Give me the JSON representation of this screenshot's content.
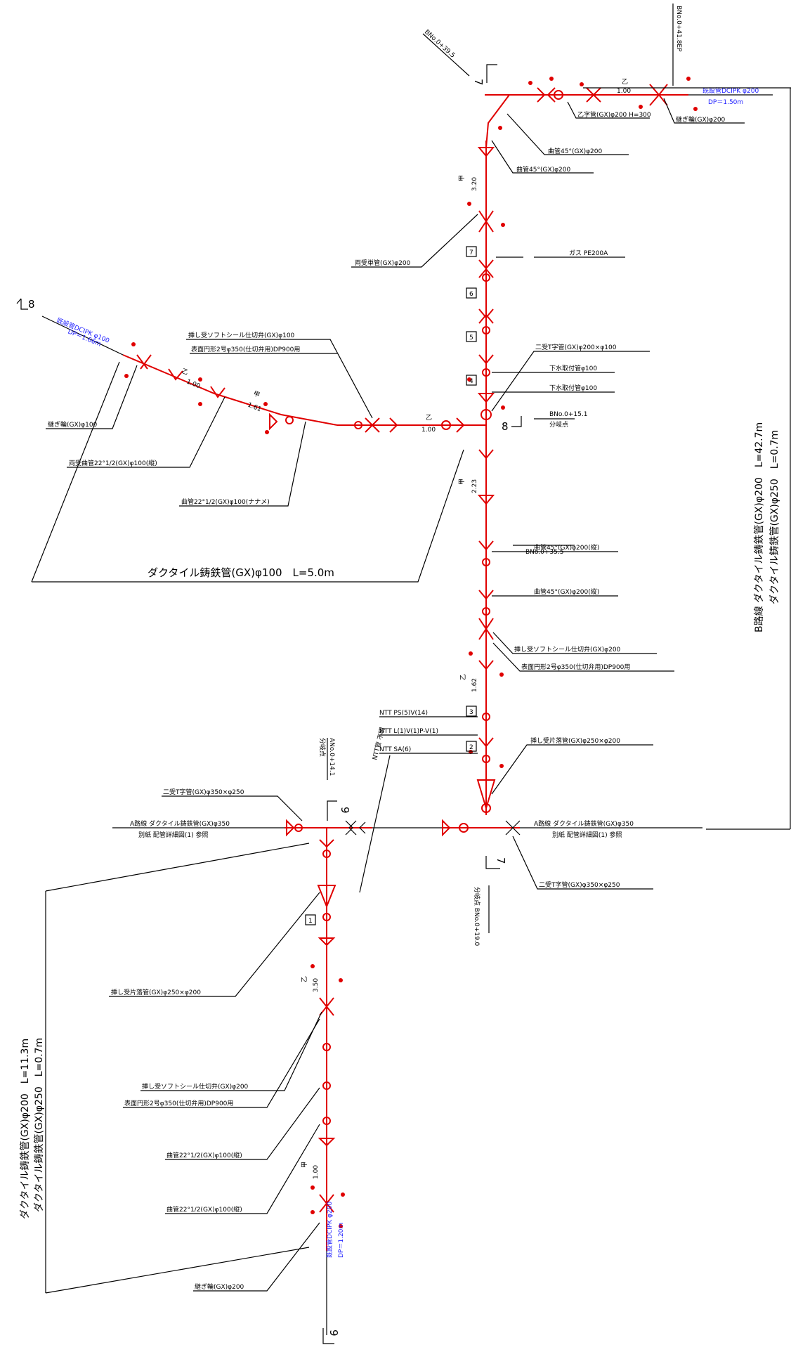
{
  "colors": {
    "pipe": "#e00000",
    "existing": "#1a1aff",
    "ink": "#000000"
  },
  "stations": {
    "top_angled": "BNo.0+39.5",
    "top_right": "BNo.0+41.8EP",
    "branch": "BNo.0+15.1",
    "branch_sub": "分岐点",
    "mid": "BNo.0+35.5",
    "left_mid": "ANo.0+14.1",
    "left_mid_sub": "分岐点",
    "bottom": "分岐点 BNo.0+19.0"
  },
  "sections": {
    "s7": "7",
    "s8": "8",
    "s9": "9"
  },
  "existing": {
    "top_right": "既設管DCIPK φ200",
    "top_right_dp": "DP＝1.50m",
    "left": "既設管DCIPK φ100",
    "left_dp": "DP＝1.66m",
    "bottom": "既設管DCIPK φ200",
    "bottom_dp": "DP＝1.20m"
  },
  "dims": {
    "top_z": "乙",
    "top_len": "1.00",
    "v1_mark": "甲",
    "v1_len": "3.20",
    "h_z": "乙",
    "h_len": "1.00",
    "lb_z": "乙",
    "lb_len": "1.00",
    "lb2_mark": "甲",
    "lb2_len": "1.61",
    "v2_mark": "甲",
    "v2_len": "2.23",
    "v3_z": "乙",
    "v3_len": "1.62",
    "v4_z": "乙",
    "v4_len": "3.50",
    "v5_mark": "甲",
    "v5_len": "1.00"
  },
  "numbers": [
    "1",
    "2",
    "3",
    "4",
    "5",
    "6",
    "7"
  ],
  "callouts": {
    "top_joint": "乙字管(GX)φ200 H=300",
    "top_coupling": "継ぎ輪(GX)φ200",
    "bend45_a": "曲管45°(GX)φ200",
    "bend45_b": "曲管45°(GX)φ200",
    "double_socket": "両受単管(GX)φ200",
    "gas": "ガス PE200A",
    "tee": "二受T字管(GX)φ200×φ100",
    "sewer1": "下水取付管φ100",
    "sewer2": "下水取付管φ100",
    "left_valve": "挿し受ソフトシール仕切弁(GX)φ100",
    "left_box": "表面円形2号φ350(仕切弁用)DP900用",
    "left_coupling": "継ぎ輪(GX)φ100",
    "left_bend_a": "両受曲管22°1/2(GX)φ100(縦)",
    "left_bend_b": "曲管22°1/2(GX)φ100(ナナメ)",
    "left_len": "ダクタイル鋳鉄管(GX)φ100　L=5.0m",
    "bend45_c": "曲管45°(GX)φ200(縦)",
    "bend45_d": "曲管45°(GX)φ200(縦)",
    "valve_b": "挿し受ソフトシール仕切弁(GX)φ200",
    "box_b": "表面円形2号φ350(仕切弁用)DP900用",
    "ntt1": "NTT PS(5)V(14)",
    "ntt2": "NTT L(1)V(1)P-V(1)",
    "ntt3": "NTT SA(6)",
    "ntt_pipe": "NTT管 不明",
    "reducer_b": "挿し受片落管(GX)φ250×φ200",
    "tee_a_left": "二受T字管(GX)φ350×φ250",
    "tee_a_right": "二受T字管(GX)φ350×φ250",
    "a_line_left": "A路線 ダクタイル鋳鉄管(GX)φ350",
    "a_line_left_sub": "別紙 配管詳細図(1) 参照",
    "a_line_right": "A路線 ダクタイル鋳鉄管(GX)φ350",
    "a_line_right_sub": "別紙 配管詳細図(1) 参照",
    "reducer_c": "挿し受片落管(GX)φ250×φ200",
    "valve_c": "挿し受ソフトシール仕切弁(GX)φ200",
    "box_c": "表面円形2号φ350(仕切弁用)DP900用",
    "bend22_a": "曲管22°1/2(GX)φ100(縦)",
    "bend22_b": "曲管22°1/2(GX)φ100(縦)",
    "coupling_c": "継ぎ輪(GX)φ200"
  },
  "routes": {
    "b_line": "B路線 ダクタイル鋳鉄管(GX)φ200　L=42.7m",
    "b_line_2": "ダクタイル鋳鉄管(GX)φ250　L=0.7m",
    "c_line": "ダクタイル鋳鉄管(GX)φ200　L=11.3m",
    "c_line_2": "ダクタイル鋳鉄管(GX)φ250　L=0.7m"
  }
}
